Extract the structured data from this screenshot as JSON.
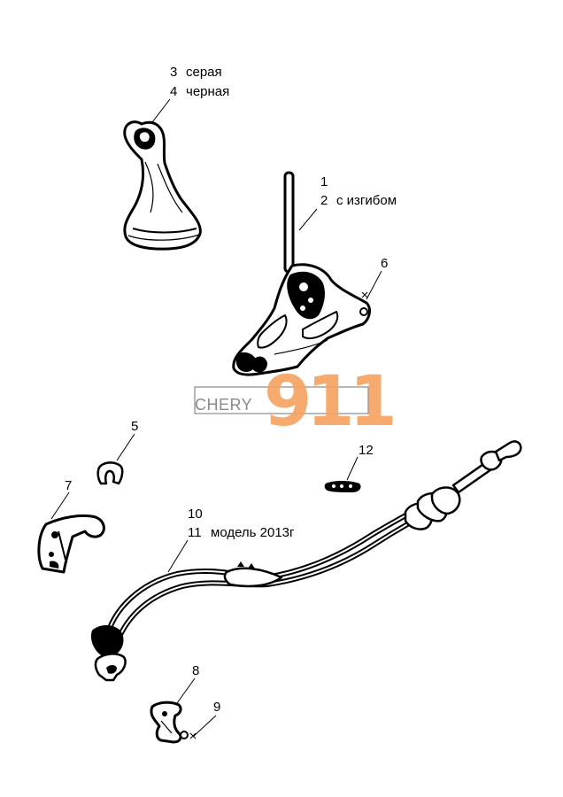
{
  "callouts": {
    "c3": "3",
    "c3_text": "серая",
    "c4": "4",
    "c4_text": "черная",
    "c1": "1",
    "c2": "2",
    "c2_text": "с изгибом",
    "c6": "6",
    "c5": "5",
    "c12": "12",
    "c7": "7",
    "c10": "10",
    "c11": "11",
    "c11_text": "модель 2013г",
    "c8": "8",
    "c9": "9"
  },
  "watermark": {
    "brand": "CHERY",
    "number": "911",
    "colors": {
      "text": "#8a8a8a",
      "number": "#f6a15d"
    }
  }
}
